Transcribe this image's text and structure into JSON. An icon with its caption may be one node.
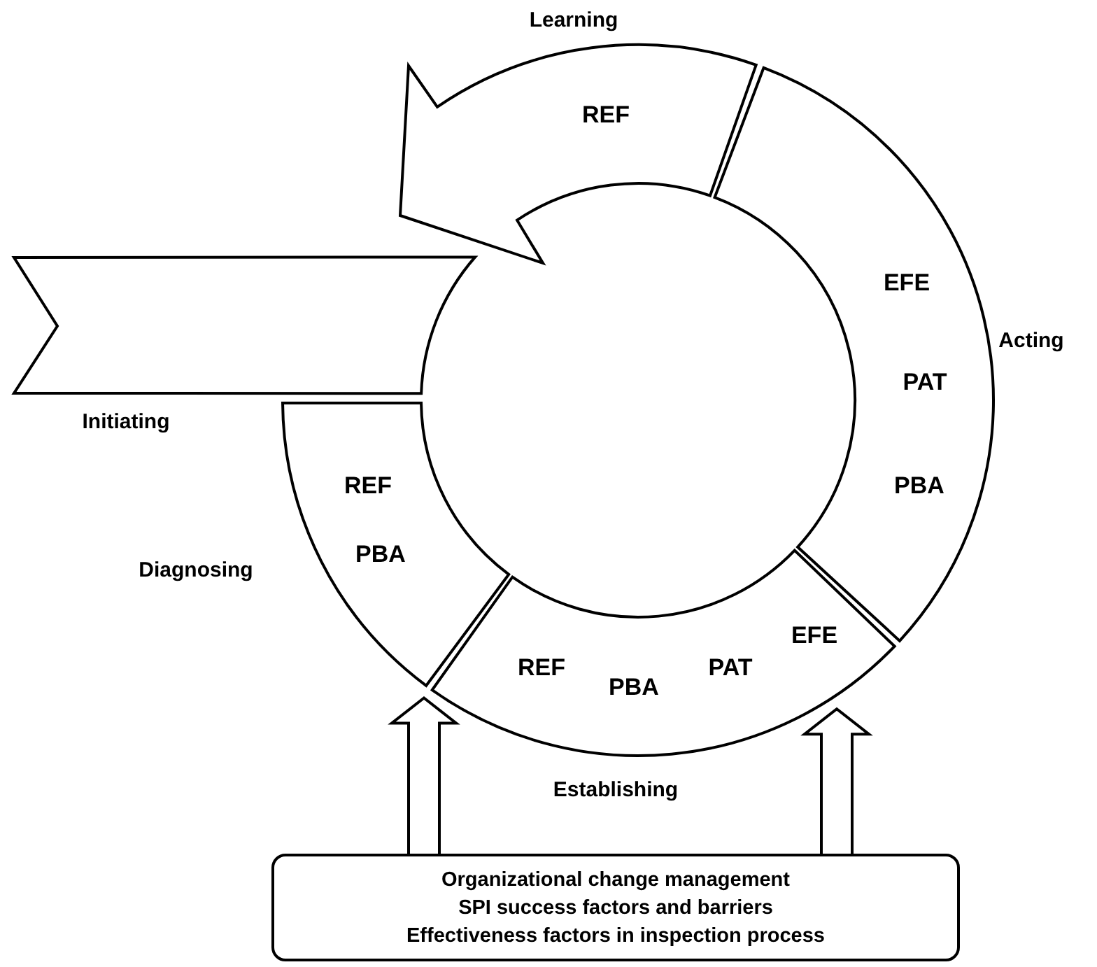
{
  "diagram": {
    "nodes": [
      {
        "text": [
          "Initiating"
        ]
      },
      {
        "text": [
          "Diagnosing",
          "REF",
          "PBA"
        ]
      },
      {
        "text": [
          "Establishing",
          "REF",
          "PBA",
          "PAT",
          "EFE"
        ]
      },
      {
        "text": [
          "Acting",
          "EFE",
          "PAT",
          "PBA"
        ]
      },
      {
        "text": [
          "Learning",
          "REF"
        ]
      },
      {
        "text": [
          "Organizational change management",
          "SPI success factors and barriers",
          "Effectiveness factors in inspection process"
        ]
      }
    ],
    "edges": [
      {
        "from": 5,
        "to": 1,
        "arrow": "to"
      },
      {
        "from": 5,
        "to": 2,
        "arrow": "to"
      }
    ]
  }
}
